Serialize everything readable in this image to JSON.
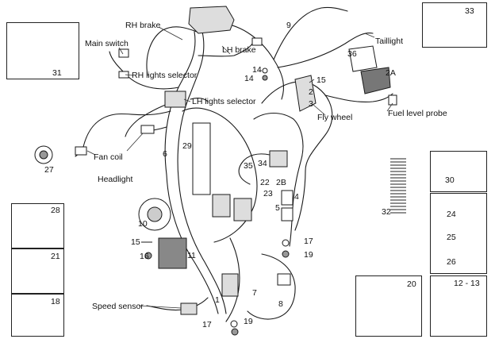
{
  "labels": {
    "rh_brake": "RH brake",
    "main_switch": "Main switch",
    "lh_brake": "LH brake",
    "taillight": "Taillight",
    "rh_lights_selector": "RH lights selector",
    "lh_lights_selector": "LH lights selector",
    "fly_wheel": "Fly wheel",
    "fuel_level_probe": "Fuel level probe",
    "fan_coil": "Fan coil",
    "headlight": "Headlight",
    "speed_sensor": "Speed sensor"
  },
  "part_numbers": {
    "n1": "1",
    "n2": "2",
    "n2a": "2A",
    "n2b": "2B",
    "n3": "3",
    "n4": "4",
    "n5": "5",
    "n6": "6",
    "n7": "7",
    "n8": "8",
    "n9": "9",
    "n10": "10",
    "n11": "11",
    "n12_13": "12 - 13",
    "n14a": "14",
    "n14b": "14",
    "n15a": "15",
    "n15b": "15",
    "n16": "16",
    "n17a": "17",
    "n17b": "17",
    "n18": "18",
    "n19a": "19",
    "n19b": "19",
    "n20": "20",
    "n21": "21",
    "n22": "22",
    "n23": "23",
    "n24": "24",
    "n25": "25",
    "n26": "26",
    "n27": "27",
    "n28": "28",
    "n29": "29",
    "n30": "30",
    "n31": "31",
    "n32": "32",
    "n33": "33",
    "n34": "34",
    "n35": "35",
    "n36": "36"
  },
  "colors": {
    "line": "#1a1a1a",
    "fill_dark": "#444444",
    "fill_light": "#dddddd"
  }
}
